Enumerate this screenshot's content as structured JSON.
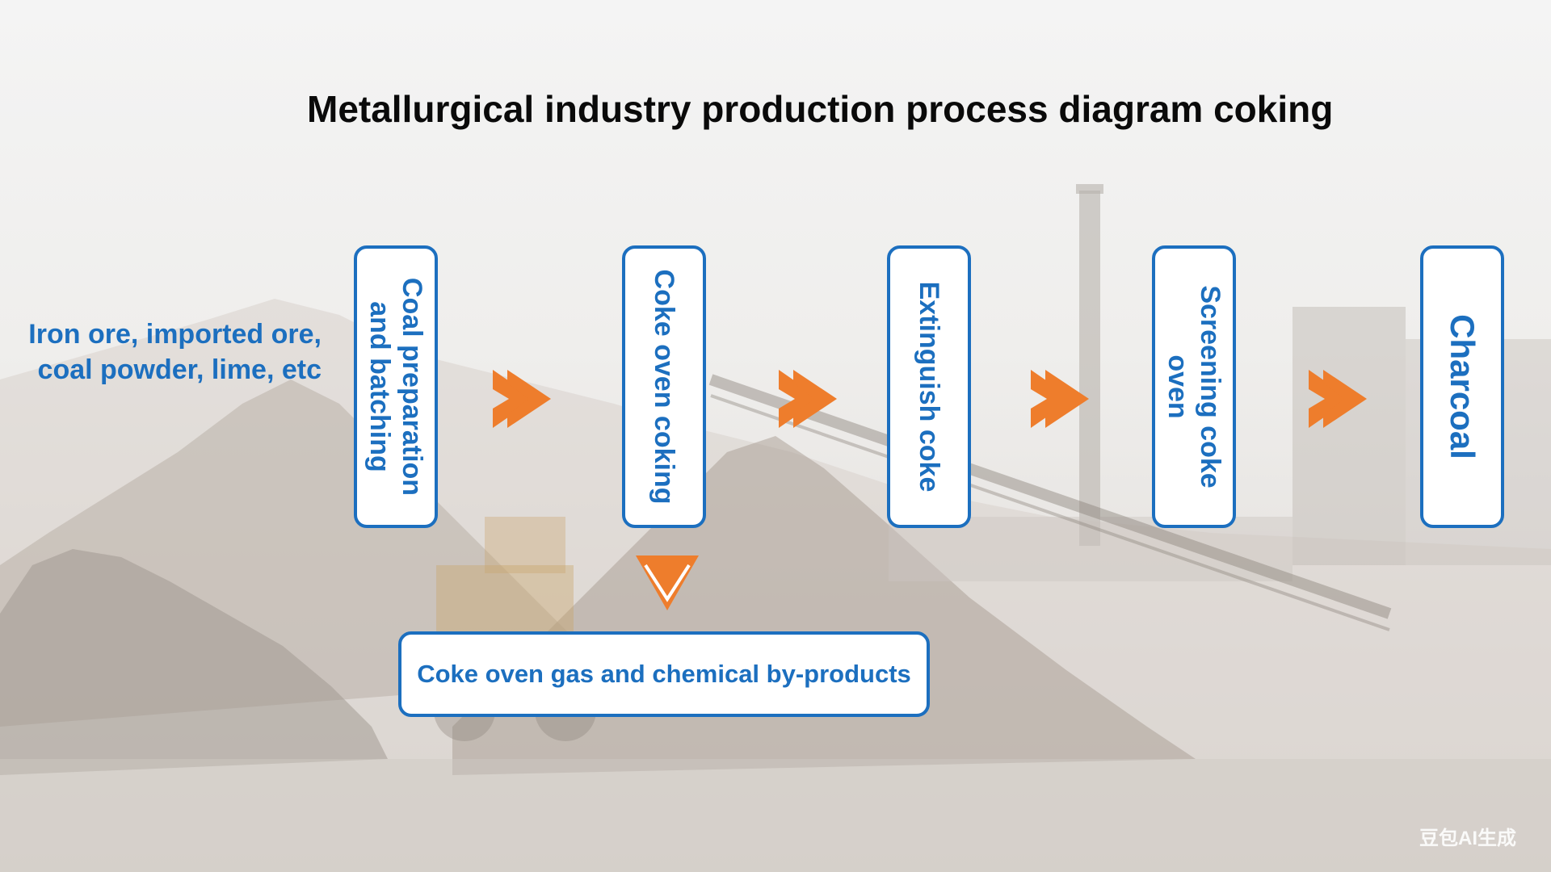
{
  "title": "Metallurgical industry production process diagram coking",
  "input": {
    "line1": "Iron ore, imported ore,",
    "line2": "coal powder, lime, etc"
  },
  "steps": [
    {
      "label": "Coal preparation and batching"
    },
    {
      "label": "Coke oven coking"
    },
    {
      "label": "Extinguish coke"
    },
    {
      "label": "Screening coke oven"
    },
    {
      "label": "Charcoal"
    }
  ],
  "byproduct": {
    "label": "Coke oven gas and chemical by-products"
  },
  "watermark": "豆包AI生成",
  "colors": {
    "accent": "#1c6fbf",
    "arrow": "#ee7d2c",
    "title": "#0a0a0a"
  },
  "icons": {
    "flow_arrow": "double-chevron-right",
    "down_arrow": "triangle-down"
  }
}
